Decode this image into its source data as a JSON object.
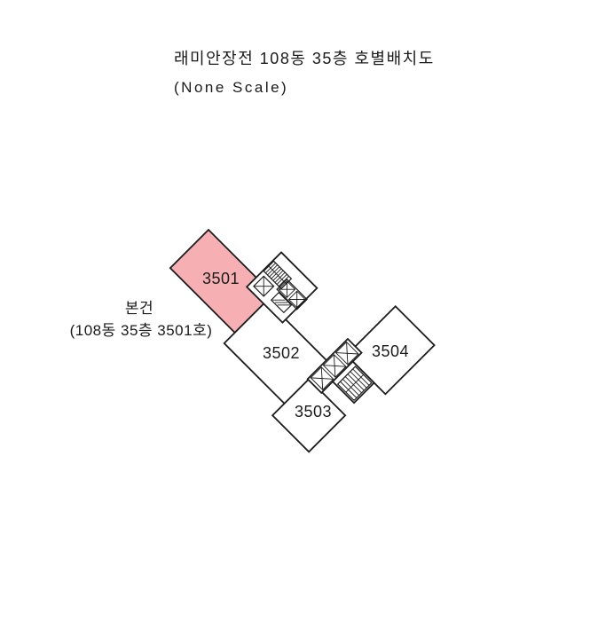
{
  "title": {
    "line1": "래미안장전 108동 35층 호별배치도",
    "scale_note": "(None Scale)"
  },
  "annotation": {
    "line1": "본건",
    "line2": "(108동 35층 3501호)",
    "color": "#e62823"
  },
  "units": [
    {
      "label": "3501",
      "highlighted": true
    },
    {
      "label": "3502",
      "highlighted": false
    },
    {
      "label": "3503",
      "highlighted": false
    },
    {
      "label": "3504",
      "highlighted": false
    }
  ],
  "cores": [
    {
      "name": "upper-core",
      "elements": [
        "staircase",
        "shaft-box",
        "elevator-shaft",
        "elevator-shaft",
        "hatched-duct"
      ]
    },
    {
      "name": "lower-core",
      "elements": [
        "elevator-shaft",
        "elevator-shaft",
        "elevator-shaft",
        "staircase"
      ]
    }
  ],
  "colors": {
    "highlight_fill": "#f6b0b4",
    "line": "#1c1c1c",
    "text": "#1a1a1a",
    "annotation_red": "#e62823",
    "background": "#ffffff"
  }
}
